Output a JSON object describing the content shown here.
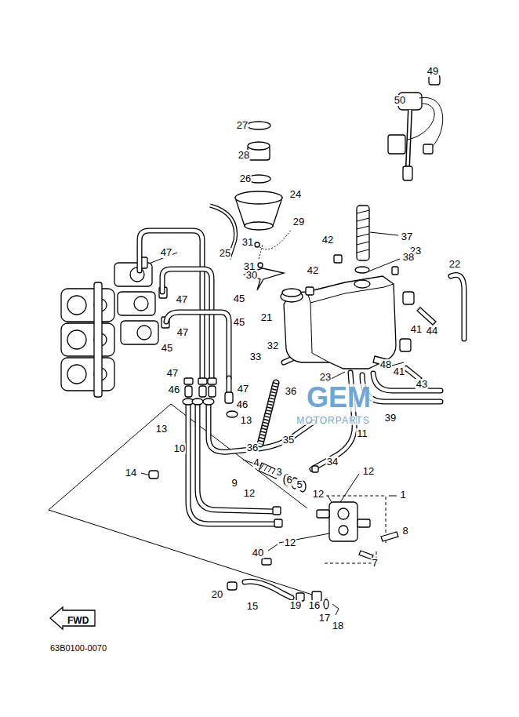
{
  "diagram": {
    "nodes": [
      {
        "text": [
          "FWD"
        ]
      }
    ],
    "labels": [
      "49",
      "50",
      "27",
      "28",
      "26",
      "24",
      "29",
      "37",
      "31",
      "42",
      "23",
      "38",
      "25",
      "22",
      "47",
      "31",
      "30",
      "42",
      "47",
      "45",
      "21",
      "41",
      "44",
      "45",
      "47",
      "45",
      "32",
      "33",
      "48",
      "41",
      "23",
      "43",
      "47",
      "46",
      "47",
      "36",
      "46",
      "39",
      "13",
      "13",
      "11",
      "35",
      "36",
      "10",
      "34",
      "4",
      "14",
      "12",
      "3",
      "1",
      "6",
      "5",
      "9",
      "12",
      "12",
      "8",
      "12",
      "40",
      "7",
      "20",
      "15",
      "19",
      "16",
      "17",
      "18",
      "63B0100-0070",
      "GEM",
      "MOTORPARTS"
    ]
  }
}
